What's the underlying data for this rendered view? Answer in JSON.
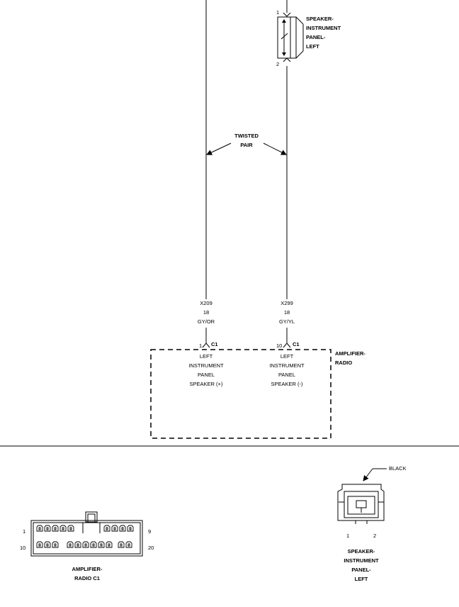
{
  "speaker": {
    "label": [
      "SPEAKER-",
      "INSTRUMENT",
      "PANEL-",
      "LEFT"
    ],
    "pin_top": "1",
    "pin_bottom": "2"
  },
  "twisted_pair": [
    "TWISTED",
    "PAIR"
  ],
  "wire_left": {
    "circuit": "X209",
    "gauge": "18",
    "color": "GY/OR",
    "pin": "1",
    "conn": "C1"
  },
  "wire_right": {
    "circuit": "X299",
    "gauge": "18",
    "color": "GY/YL",
    "pin": "10",
    "conn": "C1"
  },
  "amplifier": {
    "name": [
      "AMPLIFIER-",
      "RADIO"
    ],
    "left_func": [
      "LEFT",
      "INSTRUMENT",
      "PANEL",
      "SPEAKER (+)"
    ],
    "right_func": [
      "LEFT",
      "INSTRUMENT",
      "PANEL",
      "SPEAKER (-)"
    ]
  },
  "connector_c1": {
    "pin_1": "1",
    "pin_9": "9",
    "pin_10": "10",
    "pin_20": "20",
    "caption": [
      "AMPLIFIER-",
      "RADIO C1"
    ]
  },
  "connector_speaker": {
    "color": "BLACK",
    "pin_1": "1",
    "pin_2": "2",
    "caption": [
      "SPEAKER-",
      "INSTRUMENT",
      "PANEL-",
      "LEFT"
    ]
  }
}
